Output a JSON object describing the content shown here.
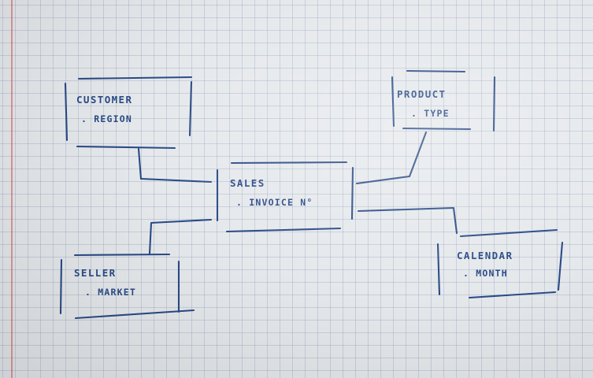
{
  "diagram": {
    "entities": [
      {
        "id": "customer",
        "title": "CUSTOMER",
        "field": ". REGION"
      },
      {
        "id": "product",
        "title": "PRODUCT",
        "field": ". TYPE"
      },
      {
        "id": "sales",
        "title": "SALES",
        "field": ". INVOICE N°"
      },
      {
        "id": "seller",
        "title": "SELLER",
        "field": ". MARKET"
      },
      {
        "id": "calendar",
        "title": "CALENDAR",
        "field": ". MONTH"
      }
    ],
    "relationships": [
      {
        "from": "customer",
        "to": "sales"
      },
      {
        "from": "product",
        "to": "sales"
      },
      {
        "from": "seller",
        "to": "sales"
      },
      {
        "from": "calendar",
        "to": "sales"
      }
    ],
    "style": {
      "ink": "#2a4a86",
      "paper": "#e6e9ec",
      "margin_line": "#dc5050"
    }
  }
}
